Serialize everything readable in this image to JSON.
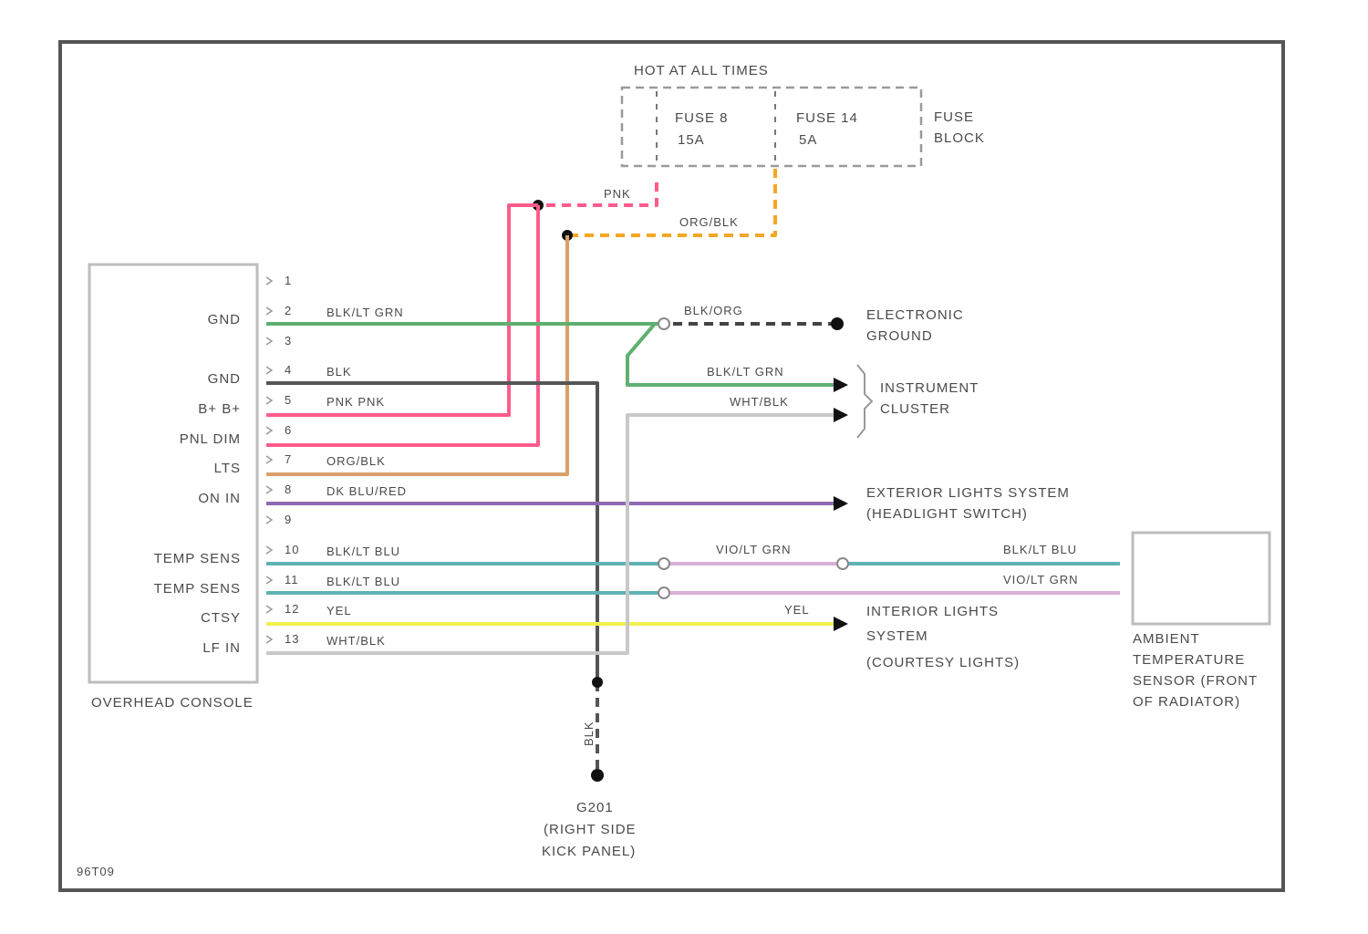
{
  "fuse_block": {
    "hot_label": "HOT AT ALL TIMES",
    "fuse_a_name": "FUSE 8",
    "fuse_a_rating": "15A",
    "fuse_b_name": "FUSE 14",
    "fuse_b_rating": "5A",
    "label_line1": "FUSE",
    "label_line2": "BLOCK"
  },
  "feed_wires": {
    "pnk": "PNK",
    "org_blk": "ORG/BLK"
  },
  "console": {
    "title": "OVERHEAD CONSOLE",
    "pins": [
      {
        "num": "1",
        "label": "",
        "wire": ""
      },
      {
        "num": "2",
        "label": "GND",
        "wire": "BLK/LT GRN"
      },
      {
        "num": "3",
        "label": "",
        "wire": ""
      },
      {
        "num": "4",
        "label": "GND",
        "wire": "BLK"
      },
      {
        "num": "5",
        "label": "B+ B+",
        "wire": "PNK PNK"
      },
      {
        "num": "6",
        "label": "PNL DIM",
        "wire": ""
      },
      {
        "num": "7",
        "label": "LTS",
        "wire": "ORG/BLK"
      },
      {
        "num": "8",
        "label": "ON IN",
        "wire": "DK BLU/RED"
      },
      {
        "num": "9",
        "label": "",
        "wire": ""
      },
      {
        "num": "10",
        "label": "TEMP SENS",
        "wire": "BLK/LT BLU"
      },
      {
        "num": "11",
        "label": "TEMP SENS",
        "wire": "BLK/LT BLU"
      },
      {
        "num": "12",
        "label": "CTSY",
        "wire": "YEL"
      },
      {
        "num": "13",
        "label": "LF IN",
        "wire": "WHT/BLK"
      }
    ]
  },
  "branches": {
    "blk_org": "BLK/ORG",
    "blk_lt_grn": "BLK/LT GRN",
    "wht_blk": "WHT/BLK",
    "viol_lt_grn_mid": "VIO/LT GRN",
    "blk_lt_blu_right": "BLK/LT BLU",
    "viol_lt_grn_right": "VIO/LT GRN",
    "yel_right": "YEL"
  },
  "destinations": {
    "electronic_ground": [
      "ELECTRONIC",
      "GROUND"
    ],
    "instrument_cluster": [
      "INSTRUMENT",
      "CLUSTER"
    ],
    "exterior_lights": [
      "EXTERIOR LIGHTS SYSTEM",
      "(HEADLIGHT SWITCH)"
    ],
    "interior_lights": [
      "INTERIOR LIGHTS",
      "SYSTEM",
      "(COURTESY LIGHTS)"
    ],
    "ambient_sensor": [
      "AMBIENT",
      "TEMPERATURE",
      "SENSOR (FRONT",
      "OF RADIATOR)"
    ]
  },
  "ground": {
    "wire": "BLK",
    "lines": [
      "G201",
      "(RIGHT SIDE",
      "KICK PANEL)"
    ]
  },
  "figure_id": "96T09",
  "colors": {
    "pnk": "#ff5c8a",
    "org_blk": "#d9a06a",
    "org_dash": "#f5a623",
    "blk_lt_grn": "#5fb070",
    "blk": "#555555",
    "dk_blu_red": "#8e6bb0",
    "blk_lt_blu": "#5fb3b3",
    "vio_lt_grn": "#d8b0d8",
    "yel": "#f0f050",
    "wht_blk": "#c8c8c8"
  }
}
